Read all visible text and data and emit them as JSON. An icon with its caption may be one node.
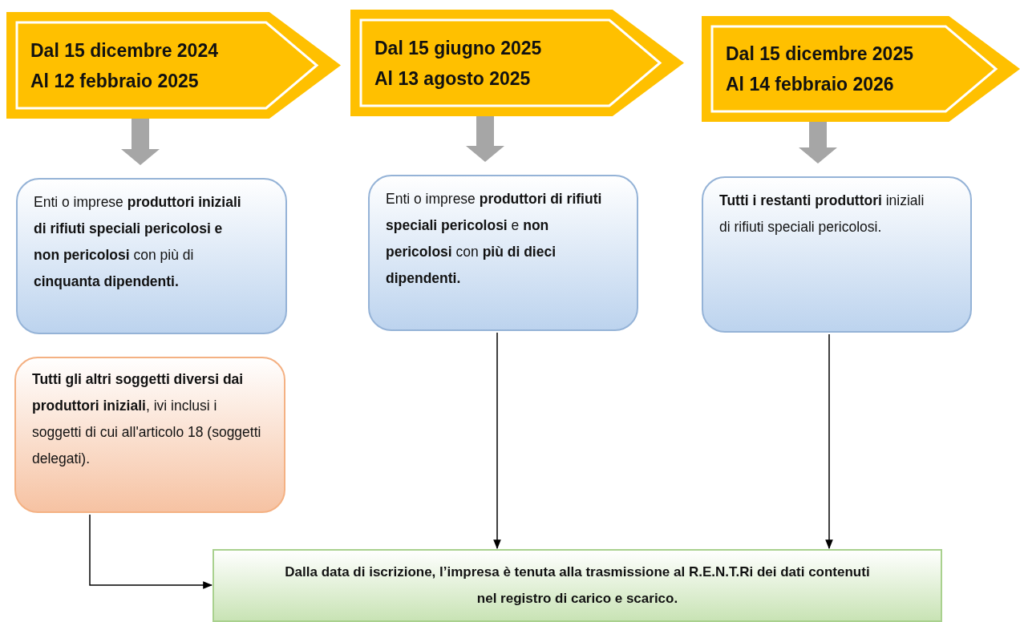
{
  "diagram": {
    "nodes": [
      {
        "text": [
          "Dal 15 dicembre 2024",
          "Al 12 febbraio 2025"
        ]
      },
      {
        "text": [
          "Dal 15 giugno 2025",
          "Al 13 agosto 2025"
        ]
      },
      {
        "text": [
          "Dal 15 dicembre 2025",
          "Al 14 febbraio 2026"
        ]
      },
      {
        "text": [
          "Enti o imprese **produttori iniziali di rifiuti speciali pericolosi e non pericolosi** con più di **cinquanta dipendenti.**"
        ]
      },
      {
        "text": [
          "Enti o imprese **produttori di rifiuti speciali pericolosi** e **non pericolosi** con **più di dieci dipendenti.**"
        ]
      },
      {
        "text": [
          "**Tutti i restanti produttori** iniziali di rifiuti speciali pericolosi."
        ]
      },
      {
        "text": [
          "**Tutti gli altri soggetti diversi dai produttori iniziali**, ivi inclusi i soggetti di cui all'articolo 18 (soggetti delegati)."
        ]
      },
      {
        "text": [
          "Dalla data di iscrizione, l’impresa è tenuta alla trasmissione al R.E.N.T.Ri dei dati contenuti nel registro di carico e scarico."
        ]
      }
    ],
    "edges": [
      {
        "from": 0,
        "to": 3,
        "arrow": "to",
        "style": "thick",
        "color": "#a6a6a6"
      },
      {
        "from": 1,
        "to": 4,
        "arrow": "to",
        "style": "thick",
        "color": "#a6a6a6"
      },
      {
        "from": 2,
        "to": 5,
        "arrow": "to",
        "style": "thick",
        "color": "#a6a6a6"
      },
      {
        "from": 4,
        "to": 7,
        "arrow": "to",
        "color": "#000000"
      },
      {
        "from": 5,
        "to": 7,
        "arrow": "to",
        "color": "#000000"
      },
      {
        "from": 6,
        "to": 7,
        "arrow": "to",
        "color": "#000000"
      }
    ]
  }
}
